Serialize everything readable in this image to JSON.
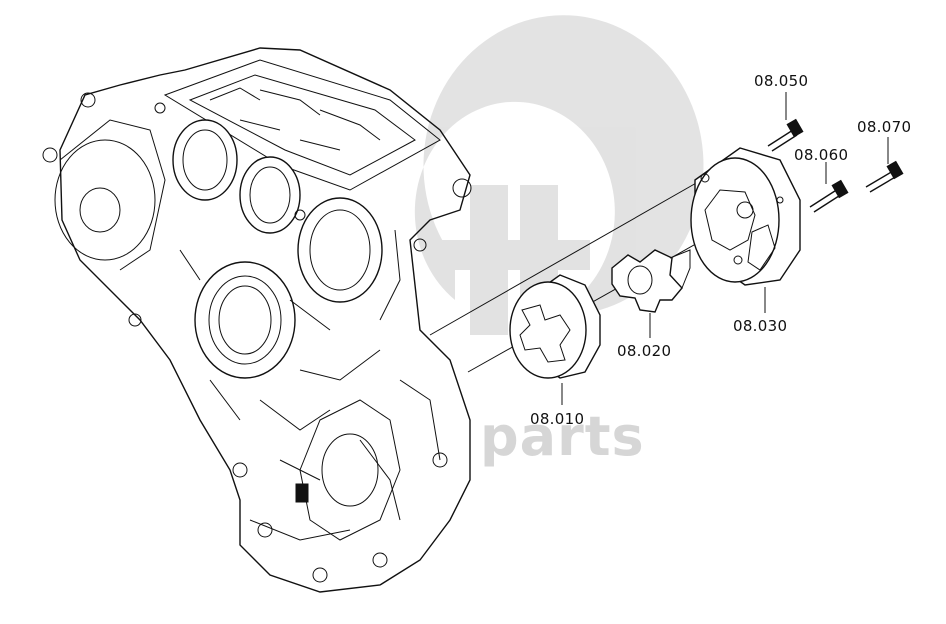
{
  "labels": {
    "p010": "08.010",
    "p020": "08.020",
    "p030": "08.030",
    "p050": "08.050",
    "p060": "08.060",
    "p070": "08.070"
  },
  "watermark": {
    "text": "parts",
    "color": "#b4b4b4"
  }
}
